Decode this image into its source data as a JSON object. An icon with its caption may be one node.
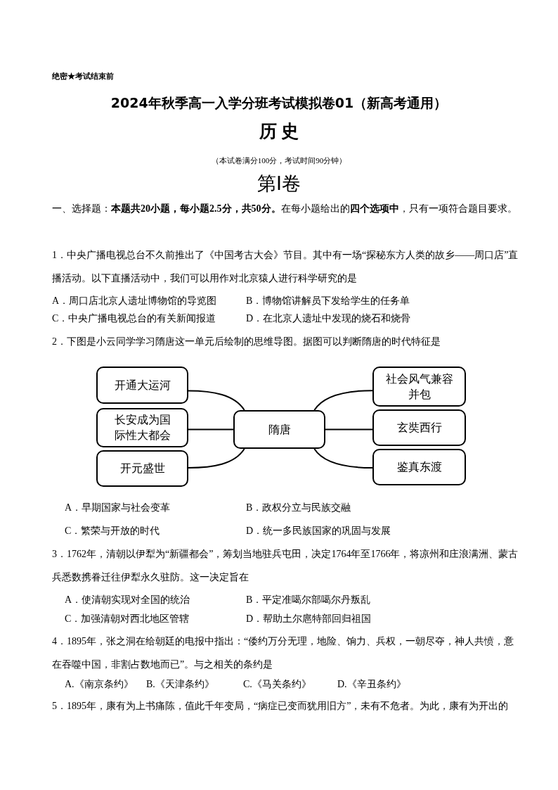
{
  "diagram": {
    "title": "2024年秋季高一入学分班考试模拟卷01（新高考通用）",
    "nodes": [
      {
        "text": [
          "开通大运河"
        ]
      },
      {
        "text": [
          "社会风气兼容并包"
        ]
      },
      {
        "text": [
          "长安成为国际性大都会"
        ]
      },
      {
        "text": [
          "隋唐"
        ]
      },
      {
        "text": [
          "玄奘西行"
        ]
      },
      {
        "text": [
          "开元盛世"
        ]
      },
      {
        "text": [
          "鉴真东渡"
        ]
      }
    ],
    "edges": [
      {
        "from": 3,
        "to": 0,
        "arrow": "none"
      },
      {
        "from": 3,
        "to": 1,
        "arrow": "none"
      },
      {
        "from": 3,
        "to": 2,
        "arrow": "none"
      },
      {
        "from": 3,
        "to": 4,
        "arrow": "none"
      },
      {
        "from": 3,
        "to": 5,
        "arrow": "none"
      },
      {
        "from": 3,
        "to": 6,
        "arrow": "none"
      }
    ],
    "labels": [
      "绝密★考试结束前",
      "历 史",
      "（本试卷满分100分，考试时间90分钟）",
      "第Ⅰ卷",
      "一、选择题：**本题共20小题，每小题2.5分，共50分。**在每小题给出的**四个选项中**，只有一项符合题目要求。",
      "1．中央广播电视总台不久前推出了《中国考古大会》节目。其中有一场“探秘东方人类的故乡——周口店”直播活动。以下直播活动中，我们可以用作对北京猿人进行科学研究的是",
      "A．周口店北京人遗址博物馆的导览图",
      "B．博物馆讲解员下发给学生的任务单",
      "C．中央广播电视总台的有关新闻报道",
      "D．在北京人遗址中发现的烧石和烧骨",
      "2．下图是小云同学学习隋唐这一单元后绘制的思维导图。据图可以判断隋唐的时代特征是",
      "A．早期国家与社会变革",
      "B．政权分立与民族交融",
      "C．繁荣与开放的时代",
      "D．统一多民族国家的巩固与发展",
      "3．1762年，清朝以伊犁为“新疆都会”，筹划当地驻兵屯田，决定1764年至1766年，将凉州和庄浪满洲、蒙古兵悉数携眷迁往伊犁永久驻防。这一决定旨在",
      "A．使清朝实现对全国的统治",
      "B．平定准噶尔部噶尔丹叛乱",
      "C．加强清朝对西北地区管辖",
      "D．帮助土尔扈特部回归祖国",
      "4．1895年，张之洞在给朝廷的电报中指出：“倭约万分无理，地险、饷力、兵权，一朝尽夺，神人共愤，意在吞噬中国，非割占数地而已”。与之相关的条约是",
      "A.《南京条约》",
      "B.《天津条约》",
      "C.《马关条约》",
      "D.《辛丑条约》",
      "5．1895年，康有为上书痛陈，值此千年变局，“病症已变而犹用旧方”，未有不危者。为此，康有为开出的"
    ]
  }
}
